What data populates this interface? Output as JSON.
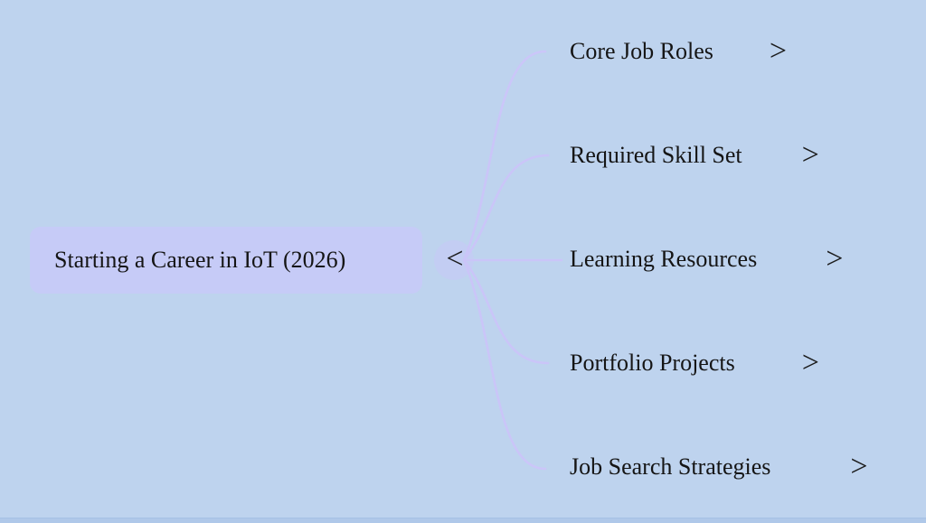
{
  "canvas": {
    "background_color": "#bed3ee",
    "bottom_strip_color": "#afc8e9"
  },
  "mindmap": {
    "root": {
      "label": "Starting a Career in IoT (2026)",
      "collapse_icon": "<",
      "fill_color": "#c6cbf7",
      "text_color": "#151515"
    },
    "children": [
      {
        "label": "Core Job Roles",
        "expand_icon": ">"
      },
      {
        "label": "Required Skill Set",
        "expand_icon": ">"
      },
      {
        "label": "Learning Resources",
        "expand_icon": ">"
      },
      {
        "label": "Portfolio Projects",
        "expand_icon": ">"
      },
      {
        "label": "Job Search Strategies",
        "expand_icon": ">"
      }
    ],
    "connector_color": "#cbc5f9",
    "halo_color": "#c7c9f8"
  }
}
